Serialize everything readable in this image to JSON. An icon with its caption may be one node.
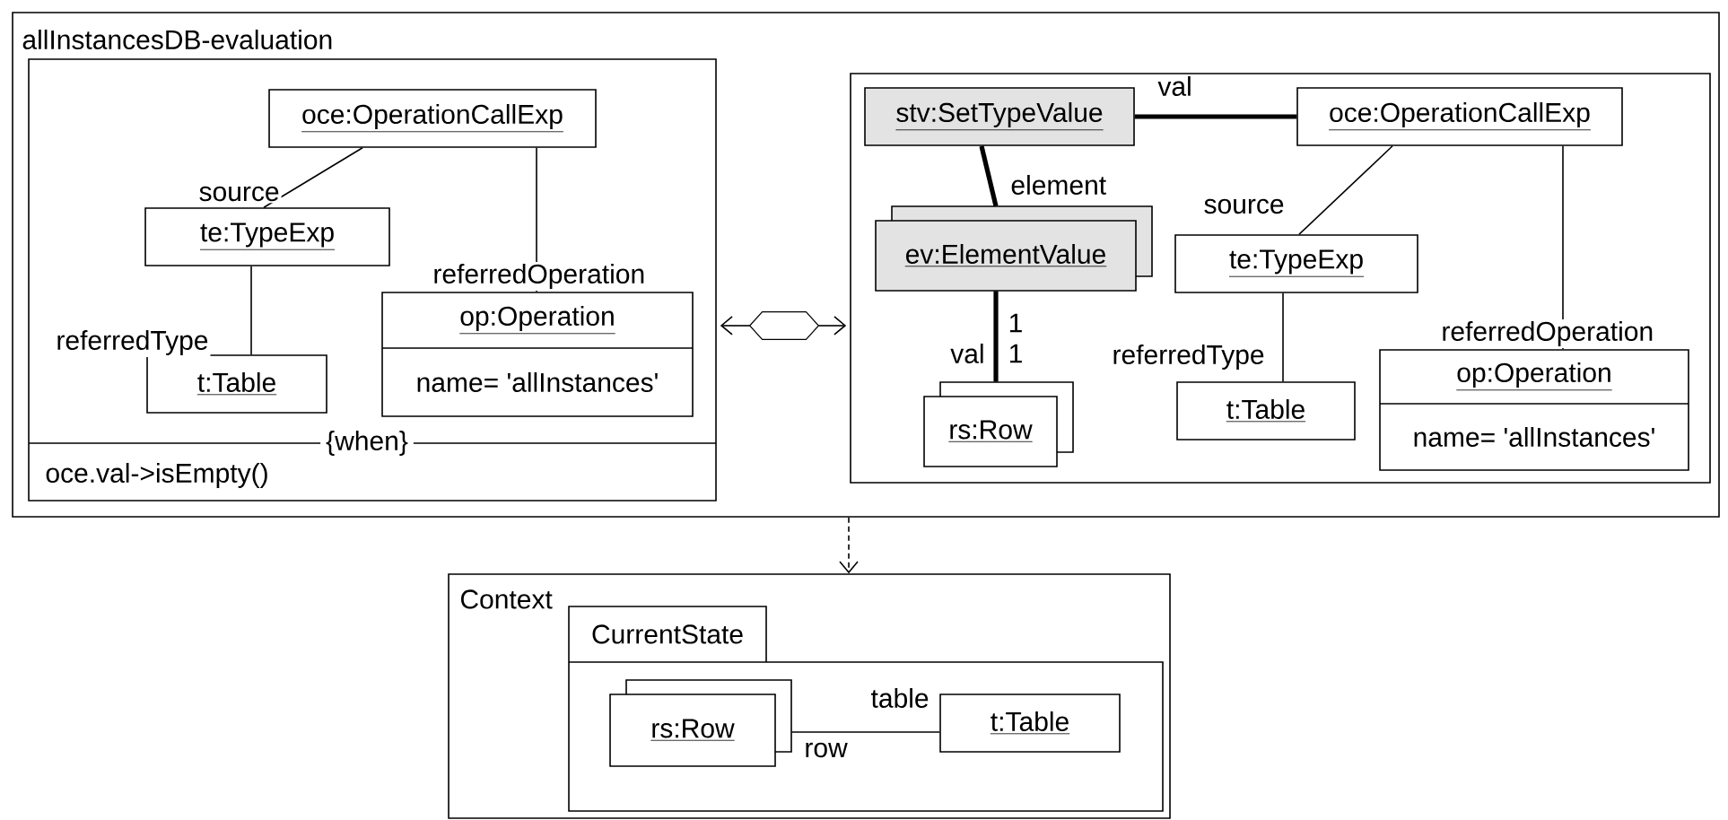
{
  "diagram": {
    "nodes": [
      {
        "text": [
          "allInstancesDB-evaluation"
        ]
      },
      {
        "text": [
          "{when}",
          "oce.val->isEmpty()"
        ],
        "in": 0
      },
      {
        "text": [
          "oce:OperationCallExp"
        ],
        "in": 1
      },
      {
        "text": [
          "te:TypeExp"
        ],
        "in": 1
      },
      {
        "text": [
          "t:Table"
        ],
        "in": 1
      },
      {
        "text": [
          "op:Operation",
          "name= 'allInstances'"
        ],
        "in": 1
      },
      {
        "text": [],
        "shape": "box",
        "in": 0
      },
      {
        "text": [
          "stv:SetTypeValue"
        ],
        "in": 6
      },
      {
        "text": [
          "ev:ElementValue"
        ],
        "in": 6
      },
      {
        "text": [
          "rs:Row"
        ],
        "in": 6
      },
      {
        "text": [
          "oce:OperationCallExp"
        ],
        "in": 6
      },
      {
        "text": [
          "te:TypeExp"
        ],
        "in": 6
      },
      {
        "text": [
          "t:Table"
        ],
        "in": 6
      },
      {
        "text": [
          "op:Operation",
          "name= 'allInstances'"
        ],
        "in": 6
      },
      {
        "text": [
          "Context"
        ]
      },
      {
        "text": [
          "CurrentState"
        ],
        "in": 14
      },
      {
        "text": [
          "rs:Row"
        ],
        "in": 15
      },
      {
        "text": [
          "t:Table"
        ],
        "in": 15
      },
      {
        "text": [],
        "shape": "hexagon",
        "in": 0
      }
    ],
    "edges": [
      {
        "from": 2,
        "to": 3,
        "arrow": "none",
        "label": "source"
      },
      {
        "from": 2,
        "to": 5,
        "arrow": "none",
        "label": "referredOperation"
      },
      {
        "from": 3,
        "to": 4,
        "arrow": "none",
        "label": "referredType"
      },
      {
        "from": 7,
        "to": 10,
        "arrow": "none",
        "label": "val",
        "style": "thick"
      },
      {
        "from": 7,
        "to": 8,
        "arrow": "none",
        "label": "element",
        "style": "thick"
      },
      {
        "from": 8,
        "to": 9,
        "arrow": "none",
        "label": "val",
        "style": "thick"
      },
      {
        "from": 10,
        "to": 11,
        "arrow": "none",
        "label": "source"
      },
      {
        "from": 10,
        "to": 13,
        "arrow": "none",
        "label": "referredOperation"
      },
      {
        "from": 11,
        "to": 12,
        "arrow": "none",
        "label": "referredType"
      },
      {
        "from": 16,
        "to": 17,
        "arrow": "none",
        "label": "table"
      },
      {
        "from": 18,
        "to": 1,
        "arrow": "to"
      },
      {
        "from": 18,
        "to": 6,
        "arrow": "to"
      },
      {
        "from": 0,
        "to": 14,
        "arrow": "to",
        "style": "dashed"
      }
    ],
    "labels": [
      "1",
      "1",
      "row"
    ]
  }
}
